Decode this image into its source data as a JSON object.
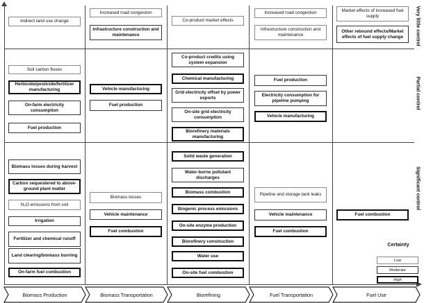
{
  "side_labels": {
    "very_little_control": "Very little control",
    "partial_control": "Partial control",
    "significant_control": "Significant control"
  },
  "stages": [
    "Biomass Production",
    "Biomass Transportation",
    "Biorefining",
    "Fuel Transportation",
    "Fuel Use"
  ],
  "legend": {
    "title": "Certainty",
    "items": [
      "Low",
      "Moderate",
      "High"
    ]
  },
  "boxes": {
    "bp_indirect_land_use": "Indirect land use change",
    "bp_soil_carbon": "Soil carbon fluxes",
    "bp_herbicide": "Herbicide/pesticide/fertilizer manufacturing",
    "bp_onfarm_elec": "On-farm electricity consumption",
    "bp_fuel_production": "Fuel production",
    "bp_biomass_losses": "Biomass losses during harvest",
    "bp_carbon_sequestered": "Carbon sequestered to above-ground plant matter",
    "bp_n2o": "N₂O emissions from soil",
    "bp_irrigation": "Irrigation",
    "bp_fertilizer_runoff": "Fertilizer and chemical runoff",
    "bp_land_clearing": "Land clearing/biomass burning",
    "bp_onfarm_fuel": "On-farm fuel combustion",
    "bt_road_congestion": "Increased road congestion",
    "bt_infrastructure": "Infrastructure construction and maintenance",
    "bt_vehicle_manufacturing": "Vehicle manufacturing",
    "bt_fuel_production": "Fuel production",
    "bt_biomass_losses": "Biomass losses",
    "bt_vehicle_maintenance": "Vehicle maintenance",
    "bt_fuel_combustion": "Fuel combustion",
    "br_coproduct_market": "Co-product market effects",
    "br_coproduct_credits": "Co-product credits using system expansion",
    "br_chemical_manufacturing": "Chemical manufacturing",
    "br_grid_offset": "Grid electricity offset by power exports",
    "br_onsite_grid": "On-site grid electricity consumption",
    "br_materials_manufacturing": "Biorefinery materials manufacturing",
    "br_solid_waste": "Solid waste generation",
    "br_water_pollutant": "Water-borne pollutant discharges",
    "br_biomass_combustion": "Biomass combustion",
    "br_biogenic": "Biogenic process emissions",
    "br_enzyme": "On-site enzyme production",
    "br_construction": "Biorefinery construction",
    "br_water_use": "Water use",
    "br_onsite_fuel": "On-site fuel combustion",
    "ft_road_congestion": "Increased road congestion",
    "ft_infrastructure": "Infrastructure construction and maintenance",
    "ft_fuel_production": "Fuel production",
    "ft_elec_pumping": "Electricity consumption for pipeline pumping",
    "ft_vehicle_manufacturing": "Vehicle manufacturing",
    "ft_pipeline_leaks": "Pipeline and storage tank leaks",
    "ft_vehicle_maintenance": "Vehicle maintenance",
    "ft_fuel_combustion": "Fuel combustion",
    "fu_market_effects": "Market effects of increased fuel supply",
    "fu_rebound": "Other rebound effects/Market effects of fuel supply change",
    "fu_fuel_combustion": "Fuel combustion"
  }
}
